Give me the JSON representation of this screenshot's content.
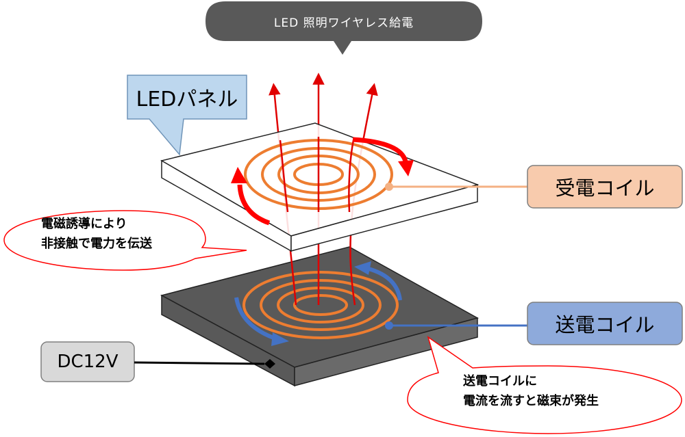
{
  "title": "LED 照明ワイヤレス給電",
  "labels": {
    "led_panel": "LEDパネル",
    "receiver_coil": "受電コイル",
    "transmitter_coil": "送電コイル",
    "power_supply": "DC12V"
  },
  "callouts": {
    "induction": [
      "電磁誘導により",
      "非接触で電力を伝送"
    ],
    "generation": [
      "送電コイルに",
      "電流を流すと磁束が発生"
    ]
  },
  "colors": {
    "title_bubble": "#595959",
    "led_label_fill": "#bdd7ee",
    "receiver_label_fill": "#f8cbad",
    "transmitter_label_fill": "#8eaadb",
    "power_label_fill": "#d9d9d9",
    "coil": "#ed7d31",
    "field_lines": "#e00000",
    "rx_rotation": "#ff0000",
    "tx_rotation": "#4472c4",
    "base_panel": "#595959"
  }
}
